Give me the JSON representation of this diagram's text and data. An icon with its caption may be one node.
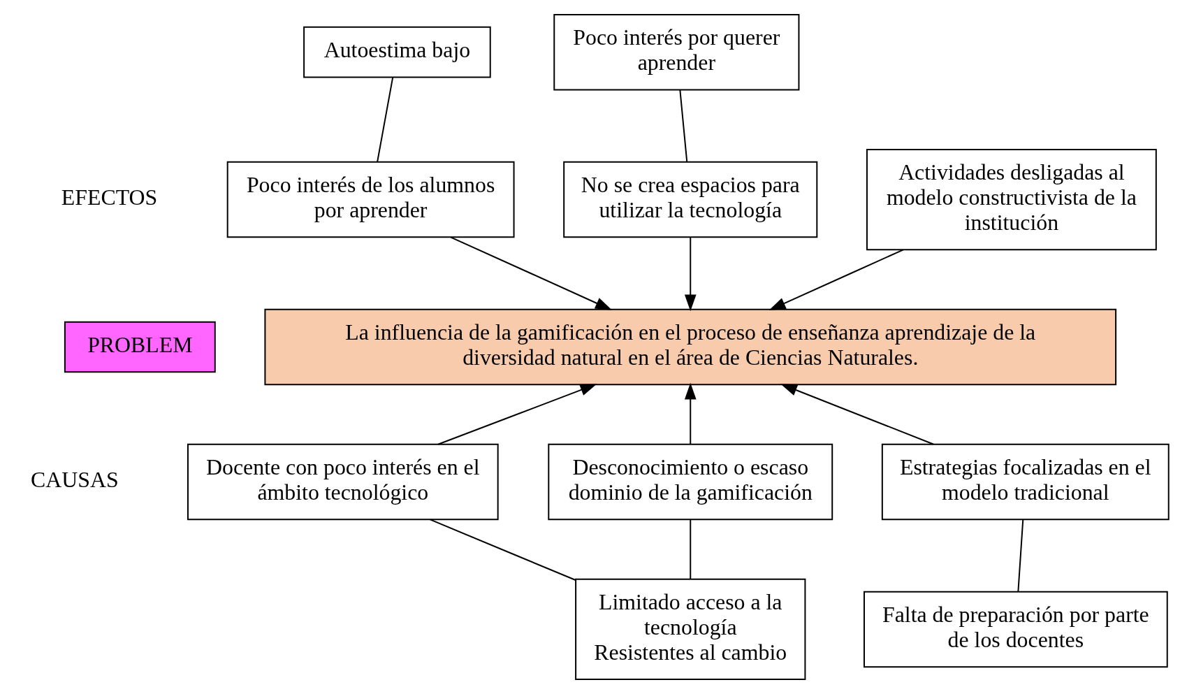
{
  "diagram": {
    "nodes": [
      {
        "text": [
          "Autoestima bajo"
        ]
      },
      {
        "text": [
          "Poco interés por querer aprender"
        ]
      },
      {
        "text": [
          "Poco interés de los alumnos por aprender"
        ]
      },
      {
        "text": [
          "No se crea espacios para utilizar la tecnología"
        ]
      },
      {
        "text": [
          "Actividades desligadas al modelo constructivista de la institución"
        ]
      },
      {
        "text": [
          "PROBLEM"
        ]
      },
      {
        "text": [
          "La influencia de la gamificación en el proceso de enseñanza aprendizaje de la diversidad natural en el área de Ciencias Naturales."
        ]
      },
      {
        "text": [
          "Docente con poco interés en el ámbito tecnológico"
        ]
      },
      {
        "text": [
          "Desconocimiento o escaso dominio de la gamificación"
        ]
      },
      {
        "text": [
          "Estrategias focalizadas en el modelo tradicional"
        ]
      },
      {
        "text": [
          "Limitado acceso a la tecnología",
          "Resistentes al cambio"
        ]
      },
      {
        "text": [
          "Falta de preparación por parte de los docentes"
        ]
      }
    ],
    "edges": [
      {
        "from": 0,
        "to": 2,
        "arrow": "none"
      },
      {
        "from": 1,
        "to": 3,
        "arrow": "none"
      },
      {
        "from": 2,
        "to": 6,
        "arrow": "to"
      },
      {
        "from": 3,
        "to": 6,
        "arrow": "to"
      },
      {
        "from": 4,
        "to": 6,
        "arrow": "to"
      },
      {
        "from": 7,
        "to": 6,
        "arrow": "to"
      },
      {
        "from": 8,
        "to": 6,
        "arrow": "to"
      },
      {
        "from": 9,
        "to": 6,
        "arrow": "to"
      },
      {
        "from": 7,
        "to": 10,
        "arrow": "none"
      },
      {
        "from": 8,
        "to": 10,
        "arrow": "none"
      },
      {
        "from": 9,
        "to": 11,
        "arrow": "none"
      }
    ],
    "labels": [
      "EFECTOS",
      "CAUSAS"
    ]
  }
}
